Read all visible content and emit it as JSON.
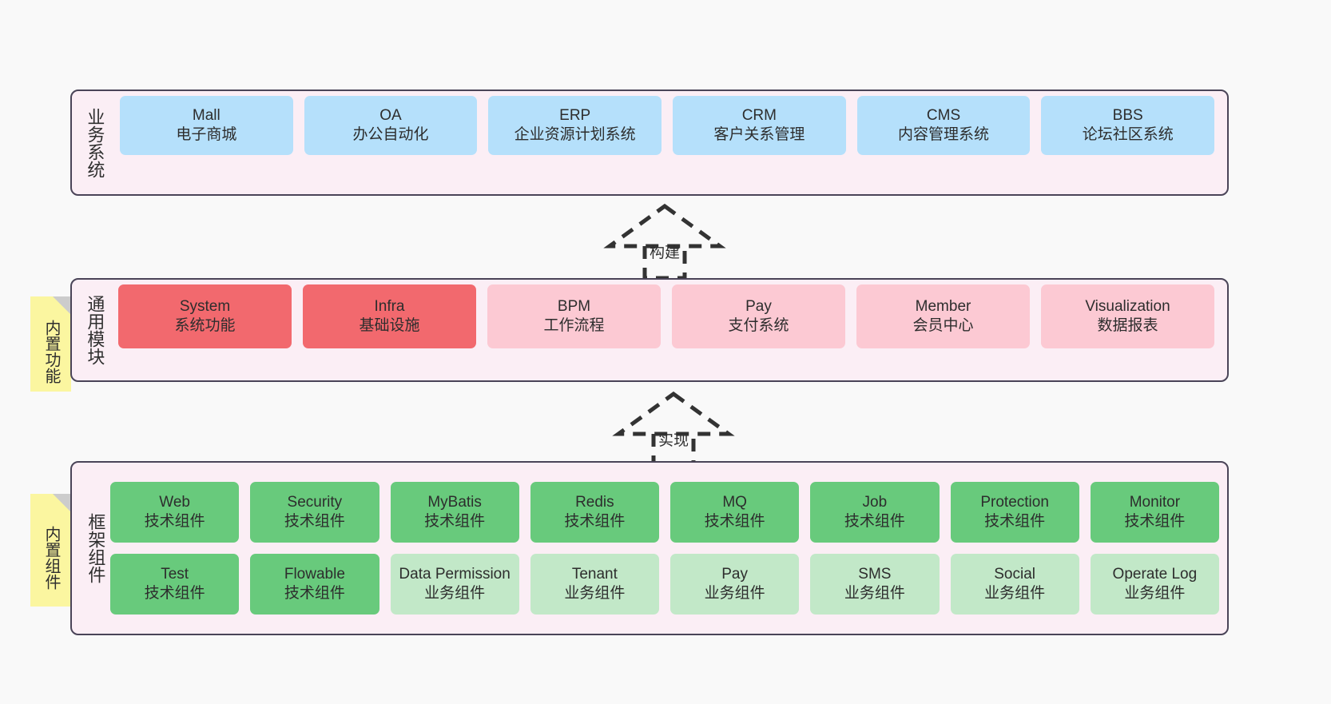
{
  "diagram": {
    "title": "",
    "colors": {
      "background": "#f9f9f9",
      "layer_fill": "#fbeef5",
      "layer_border": "#4a4458",
      "business_cell": "#b5e0fb",
      "core_module_cell": "#f2696e",
      "module_cell": "#fcc9d3",
      "tech_component_cell": "#68ca7c",
      "biz_component_cell": "#c2e8c8",
      "note_fill": "#fbf6a0",
      "note_fold": "#cccccc"
    }
  },
  "layers": {
    "business": {
      "title": "业务系统",
      "cells": [
        {
          "name": "Mall",
          "desc": "电子商城"
        },
        {
          "name": "OA",
          "desc": "办公自动化"
        },
        {
          "name": "ERP",
          "desc": "企业资源计划系统"
        },
        {
          "name": "CRM",
          "desc": "客户关系管理"
        },
        {
          "name": "CMS",
          "desc": "内容管理系统"
        },
        {
          "name": "BBS",
          "desc": "论坛社区系统"
        }
      ]
    },
    "common": {
      "title": "通用模块",
      "note": "内置功能",
      "cells": [
        {
          "name": "System",
          "desc": "系统功能"
        },
        {
          "name": "Infra",
          "desc": "基础设施"
        },
        {
          "name": "BPM",
          "desc": "工作流程"
        },
        {
          "name": "Pay",
          "desc": "支付系统"
        },
        {
          "name": "Member",
          "desc": "会员中心"
        },
        {
          "name": "Visualization",
          "desc": "数据报表"
        }
      ]
    },
    "framework": {
      "title": "框架组件",
      "note": "内置组件",
      "row1": [
        {
          "name": "Web",
          "desc": "技术组件"
        },
        {
          "name": "Security",
          "desc": "技术组件"
        },
        {
          "name": "MyBatis",
          "desc": "技术组件"
        },
        {
          "name": "Redis",
          "desc": "技术组件"
        },
        {
          "name": "MQ",
          "desc": "技术组件"
        },
        {
          "name": "Job",
          "desc": "技术组件"
        },
        {
          "name": "Protection",
          "desc": "技术组件"
        },
        {
          "name": "Monitor",
          "desc": "技术组件"
        }
      ],
      "row2": [
        {
          "name": "Test",
          "desc": "技术组件"
        },
        {
          "name": "Flowable",
          "desc": "技术组件"
        },
        {
          "name": "Data Permission",
          "desc": "业务组件"
        },
        {
          "name": "Tenant",
          "desc": "业务组件"
        },
        {
          "name": "Pay",
          "desc": "业务组件"
        },
        {
          "name": "SMS",
          "desc": "业务组件"
        },
        {
          "name": "Social",
          "desc": "业务组件"
        },
        {
          "name": "Operate Log",
          "desc": "业务组件"
        }
      ]
    }
  },
  "connectors": [
    {
      "id": "build",
      "label": "构建",
      "style": "dashed-generalization",
      "direction": "up"
    },
    {
      "id": "realize",
      "label": "实现",
      "style": "dashed-generalization",
      "direction": "up"
    }
  ]
}
